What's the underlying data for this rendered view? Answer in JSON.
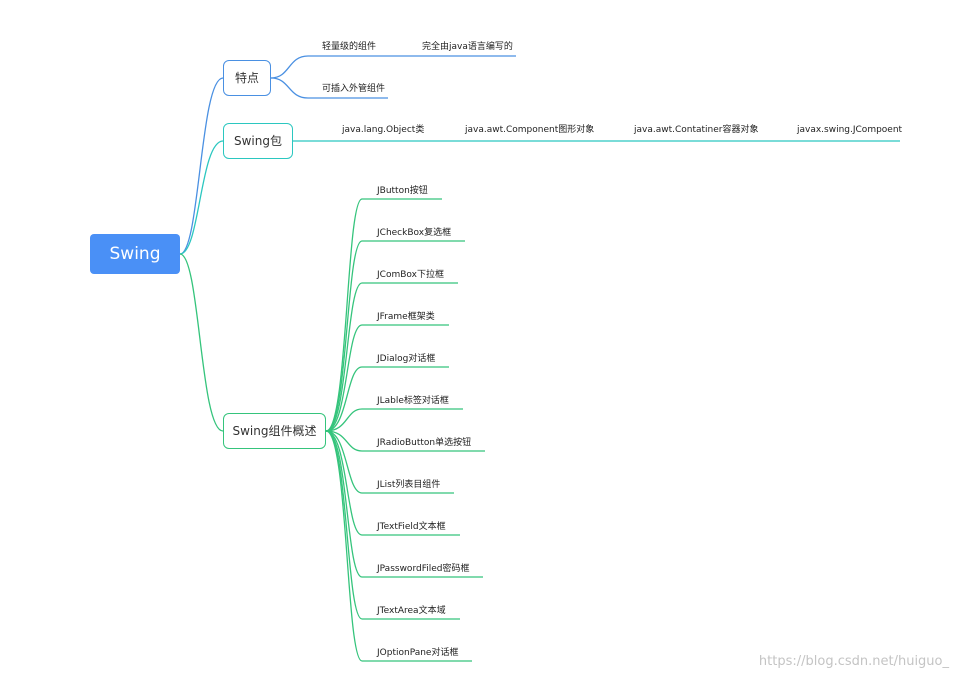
{
  "root": {
    "label": "Swing"
  },
  "branches": [
    {
      "label": "特点",
      "color": "#4a90e2",
      "children": [
        {
          "label": "轻量级的组件",
          "children": [
            {
              "label": "完全由java语言编写的"
            }
          ]
        },
        {
          "label": "可插入外管组件"
        }
      ]
    },
    {
      "label": "Swing包",
      "color": "#2bc7c0",
      "chain": [
        "java.lang.Object类",
        "java.awt.Component图形对象",
        "java.awt.Contatiner容器对象",
        "javax.swing.JCompoent"
      ]
    },
    {
      "label": "Swing组件概述",
      "color": "#35c47c",
      "children": [
        {
          "label": "JButton按钮"
        },
        {
          "label": "JCheckBox复选框"
        },
        {
          "label": "JComBox下拉框"
        },
        {
          "label": "JFrame框架类"
        },
        {
          "label": "JDialog对话框"
        },
        {
          "label": "JLable标签对话框"
        },
        {
          "label": "JRadioButton单选按钮"
        },
        {
          "label": "JList列表目组件"
        },
        {
          "label": "JTextField文本框"
        },
        {
          "label": "JPasswordFiled密码框"
        },
        {
          "label": "JTextArea文本域"
        },
        {
          "label": "JOptionPane对话框"
        }
      ]
    }
  ],
  "watermark": "https://blog.csdn.net/huiguo_"
}
